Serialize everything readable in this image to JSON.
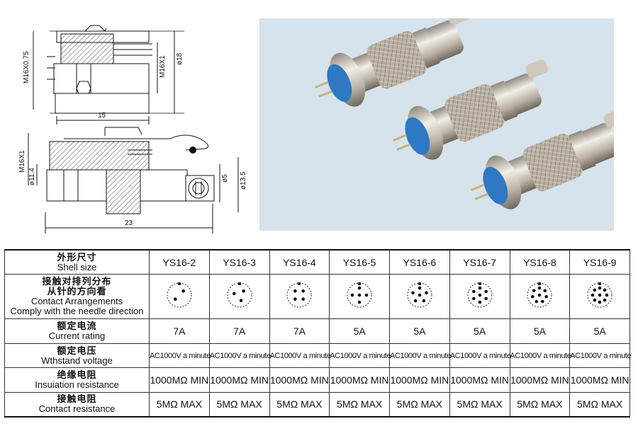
{
  "drawing": {
    "top_view": {
      "m_left": "M16X0.75",
      "m_right": "M16X1",
      "dia": "ø18",
      "length": "15"
    },
    "side_view": {
      "m_left": "M16X1",
      "dia_left": "ø11.4",
      "dia_pin": "ø5",
      "dia_right": "ø13.5",
      "length": "23"
    }
  },
  "table": {
    "rows": {
      "shell_size": {
        "cn": "外形尺寸",
        "en": "Shell size"
      },
      "contact": {
        "cn1": "接触对排列分布",
        "cn2": "从针的方向看",
        "en1": "Contact Arrangements",
        "en2": "Comply with the needle direction"
      },
      "current": {
        "cn": "额定电流",
        "en": "Current rating"
      },
      "voltage": {
        "cn": "额定电压",
        "en": "Wthstand voltage"
      },
      "insulation": {
        "cn": "绝缘电阻",
        "en": "Insuiation resistance"
      },
      "resistance": {
        "cn": "接触电阻",
        "en": "Contact resistance"
      }
    },
    "models": [
      {
        "name": "YS16-2",
        "current": "7A",
        "voltage": "AC1000V a minute",
        "insulation": "1000MΩ MIN",
        "resistance": "5MΩ MAX",
        "pins": 2
      },
      {
        "name": "YS16-3",
        "current": "7A",
        "voltage": "AC1000V a minute",
        "insulation": "1000MΩ MIN",
        "resistance": "5MΩ MAX",
        "pins": 3
      },
      {
        "name": "YS16-4",
        "current": "7A",
        "voltage": "AC1000V a minute",
        "insulation": "1000MΩ MIN",
        "resistance": "5MΩ MAX",
        "pins": 4
      },
      {
        "name": "YS16-5",
        "current": "5A",
        "voltage": "AC1000V a minute",
        "insulation": "1000MΩ MIN",
        "resistance": "5MΩ MAX",
        "pins": 5
      },
      {
        "name": "YS16-6",
        "current": "5A",
        "voltage": "AC1000V a minute",
        "insulation": "1000MΩ MIN",
        "resistance": "5MΩ MAX",
        "pins": 6
      },
      {
        "name": "YS16-7",
        "current": "5A",
        "voltage": "AC1000V a minute",
        "insulation": "1000MΩ MIN",
        "resistance": "5MΩ MAX",
        "pins": 7
      },
      {
        "name": "YS16-8",
        "current": "5A",
        "voltage": "AC1000V a minute",
        "insulation": "1000MΩ MIN",
        "resistance": "5MΩ MAX",
        "pins": 8
      },
      {
        "name": "YS16-9",
        "current": "5A",
        "voltage": "AC1000V a minute",
        "insulation": "1000MΩ MIN",
        "resistance": "5MΩ MAX",
        "pins": 9
      }
    ]
  },
  "colors": {
    "photo_bg": "#d6e2ec",
    "insulator_blue": "#2f78c4",
    "metal": "#c9c2b6"
  }
}
